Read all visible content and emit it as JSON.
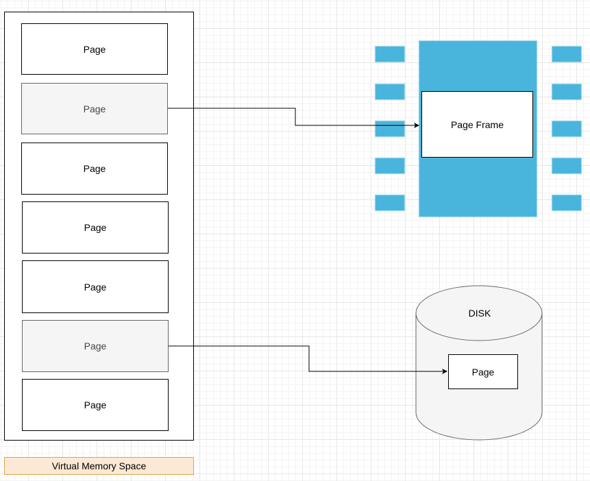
{
  "virtual_memory": {
    "label": "Virtual Memory Space",
    "pages": [
      {
        "label": "Page",
        "state": "in-memory"
      },
      {
        "label": "Page",
        "state": "mapped-to-frame"
      },
      {
        "label": "Page",
        "state": "in-memory"
      },
      {
        "label": "Page",
        "state": "in-memory"
      },
      {
        "label": "Page",
        "state": "in-memory"
      },
      {
        "label": "Page",
        "state": "mapped-to-disk"
      },
      {
        "label": "Page",
        "state": "in-memory"
      }
    ]
  },
  "memory_chip": {
    "frame_label": "Page Frame",
    "color": "#4ab5dc"
  },
  "disk": {
    "label": "DISK",
    "page_label": "Page",
    "fill_color": "#f5f5f5"
  },
  "colors": {
    "label_fill": "#fce8d4",
    "label_border": "#d8a84c",
    "grid": "#e6e6e6"
  }
}
